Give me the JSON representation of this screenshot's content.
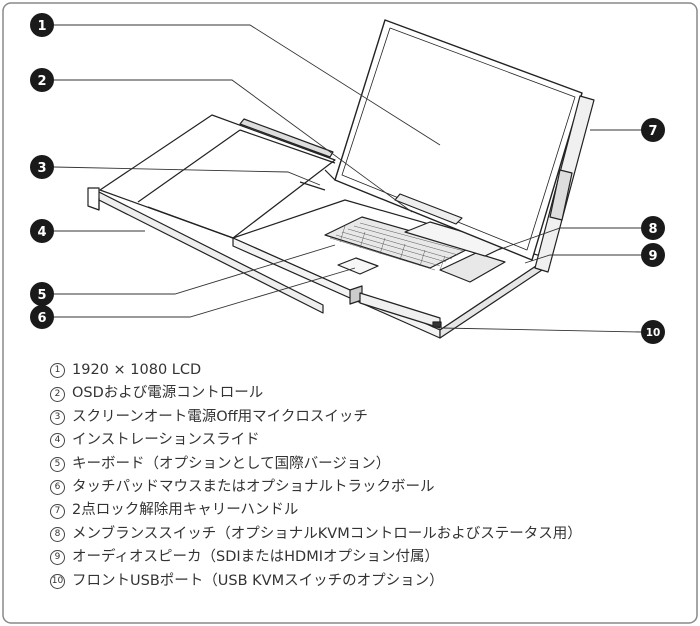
{
  "callouts": [
    {
      "number": "1"
    },
    {
      "number": "2"
    },
    {
      "number": "3"
    },
    {
      "number": "4"
    },
    {
      "number": "5"
    },
    {
      "number": "6"
    },
    {
      "number": "7"
    },
    {
      "number": "8"
    },
    {
      "number": "9"
    },
    {
      "number": "10"
    }
  ],
  "legend": [
    {
      "marker": "1",
      "text": "1920 × 1080 LCD"
    },
    {
      "marker": "2",
      "text": "OSDおよび電源コントロール"
    },
    {
      "marker": "3",
      "text": "スクリーンオート電源Off用マイクロスイッチ"
    },
    {
      "marker": "4",
      "text": "インストレーションスライド"
    },
    {
      "marker": "5",
      "text": "キーボード（オプションとして国際バージョン）"
    },
    {
      "marker": "6",
      "text": "タッチパッドマウスまたはオプショナルトラックボール"
    },
    {
      "marker": "7",
      "text": "2点ロック解除用キャリーハンドル"
    },
    {
      "marker": "8",
      "text": "メンブランススイッチ（オプショナルKVMコントロールおよびステータス用）"
    },
    {
      "marker": "9",
      "text": "オーディオスピーカ（SDIまたはHDMIオプション付属）"
    },
    {
      "marker": "10",
      "text": "フロントUSBポート（USB KVMスイッチのオプション）"
    }
  ],
  "colors": {
    "frame": "#888888",
    "line": "#222222",
    "badge": "#1a1a1a"
  }
}
